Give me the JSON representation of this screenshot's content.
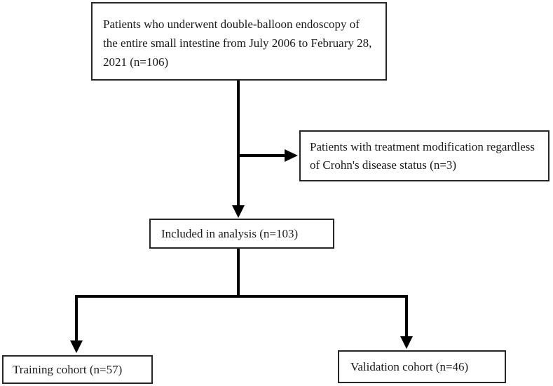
{
  "diagram": {
    "type": "flowchart",
    "background_color": "#ffffff",
    "line_color": "#000000",
    "border_color": "#262626",
    "text_color": "#1a1a1a",
    "nodes": {
      "source": {
        "id": "source",
        "n": 106,
        "lines": [
          "Patients who underwent double-balloon endoscopy of",
          "the entire small intestine from July 2006 to February 28,",
          "2021 (n=106)"
        ]
      },
      "excluded": {
        "id": "excluded",
        "n": 3,
        "lines": [
          "Patients with treatment modification regardless",
          "of Crohn's disease status (n=3)"
        ]
      },
      "included": {
        "id": "included",
        "n": 103,
        "lines": [
          "Included in analysis (n=103)"
        ]
      },
      "training": {
        "id": "training",
        "n": 57,
        "lines": [
          "Training cohort (n=57)"
        ]
      },
      "validation": {
        "id": "validation",
        "n": 46,
        "lines": [
          "Validation cohort (n=46)"
        ]
      }
    },
    "edges": [
      {
        "from": "source",
        "to": "excluded"
      },
      {
        "from": "source",
        "to": "included"
      },
      {
        "from": "included",
        "to": "training"
      },
      {
        "from": "included",
        "to": "validation"
      }
    ]
  }
}
